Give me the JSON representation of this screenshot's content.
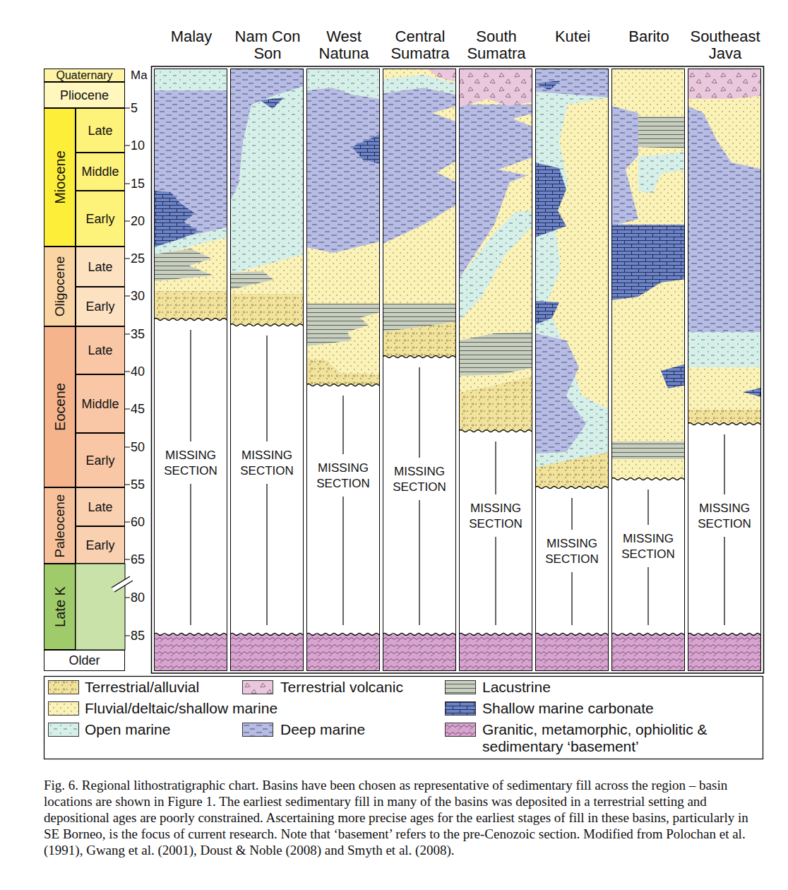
{
  "diagram": {
    "caption": "Fig. 6. Regional lithostratigraphic chart. Basins have been chosen as representative of sedimentary fill across the region – basin locations are shown in Figure 1. The earliest sedimentary fill in many of the basins was deposited in a terrestrial setting and depositional ages are poorly constrained. Ascertaining more precise ages for the earliest stages of fill in these basins, particularly in SE Borneo, is the focus of current research. Note that ‘basement’ refers to the pre-Cenozoic section. Modified from Polochan et al. (1991), Gwang et al. (2001), Doust & Noble (2008) and Smyth et al. (2008).",
    "nodes": [
      {
        "text": [
          "Quaternary"
        ]
      },
      {
        "text": [
          "Pliocene"
        ]
      },
      {
        "text": [
          "Miocene"
        ]
      },
      {
        "text": [
          "Late"
        ]
      },
      {
        "text": [
          "Middle"
        ]
      },
      {
        "text": [
          "Early"
        ]
      },
      {
        "text": [
          "Oligocene"
        ]
      },
      {
        "text": [
          "Late"
        ]
      },
      {
        "text": [
          "Early"
        ]
      },
      {
        "text": [
          "Eocene"
        ]
      },
      {
        "text": [
          "Late"
        ]
      },
      {
        "text": [
          "Middle"
        ]
      },
      {
        "text": [
          "Early"
        ]
      },
      {
        "text": [
          "Paleocene"
        ]
      },
      {
        "text": [
          "Late"
        ]
      },
      {
        "text": [
          "Early"
        ]
      },
      {
        "text": [
          "Late K"
        ]
      },
      {
        "text": [
          "Older"
        ]
      },
      {
        "text": [
          "Malay",
          "MISSING SECTION"
        ]
      },
      {
        "text": [
          "Nam Con Son",
          "MISSING SECTION"
        ]
      },
      {
        "text": [
          "West Natuna",
          "MISSING SECTION"
        ]
      },
      {
        "text": [
          "Central Sumatra",
          "MISSING SECTION"
        ]
      },
      {
        "text": [
          "South Sumatra",
          "MISSING SECTION"
        ]
      },
      {
        "text": [
          "Kutei",
          "MISSING SECTION"
        ]
      },
      {
        "text": [
          "Barito",
          "MISSING SECTION"
        ]
      },
      {
        "text": [
          "Southeast Java",
          "MISSING SECTION"
        ]
      }
    ],
    "labels": [
      "Ma",
      "5",
      "10",
      "15",
      "20",
      "25",
      "30",
      "35",
      "40",
      "45",
      "50",
      "55",
      "60",
      "65",
      "80",
      "85"
    ],
    "legend": [
      {
        "text": "Terrestrial/alluvial",
        "color": "#f2e39c"
      },
      {
        "text": "Terrestrial volcanic",
        "color": "#e9c7dc"
      },
      {
        "text": "Lacustrine",
        "color": "#c8cfc0"
      },
      {
        "text": "Fluvial/deltaic/shallow marine",
        "color": "#fbf2b8"
      },
      {
        "text": "Shallow marine carbonate",
        "color": "#6c84c6"
      },
      {
        "text": "Open marine",
        "color": "#d6efe9"
      },
      {
        "text": "Deep marine",
        "color": "#b7bce2"
      },
      {
        "text": "Granitic, metamorphic, ophiolitic & sedimentary ‘basement’",
        "color": "#d7a4cf"
      }
    ]
  }
}
